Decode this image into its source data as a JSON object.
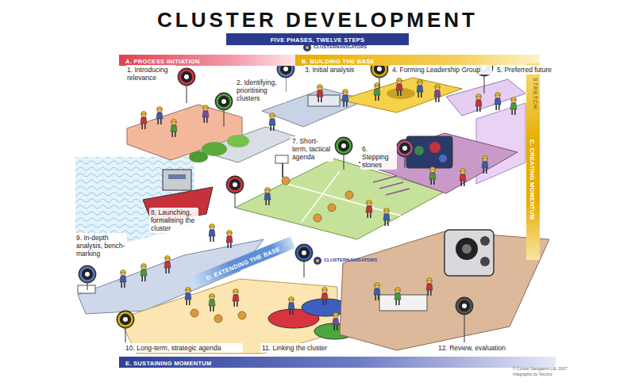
{
  "diagram": {
    "title": "CLUSTER DEVELOPMENT",
    "nodes": [
      {
        "text": [
          "FIVE PHASES, TWELVE STEPS"
        ]
      },
      {
        "text": [
          "A. PROCESS INITIATION"
        ]
      },
      {
        "text": [
          "B. BUILDING THE BASE"
        ]
      },
      {
        "text": [
          "C. CREATING MOMENTUM"
        ]
      },
      {
        "text": [
          "D. EXTENDING THE BASE"
        ]
      },
      {
        "text": [
          "E. SUSTAINING MOMENTUM"
        ]
      }
    ],
    "labels": [
      "1. Introducing relevance",
      "2. Identifying, prioritising clusters",
      "3. Initial analysis",
      "4. Forming Leadership Group",
      "5. Preferred future",
      "6. Stepping stones",
      "7. Short-term, tactical agenda",
      "8. Launching, formalising the cluster",
      "9. In-depth analysis, bench-marking",
      "10. Long-term, strategic agenda",
      "11. Linking the cluster",
      "12. Review, evaluation",
      "STRETCH",
      "CLUSTERNAVIGATORS",
      "CLUSTERNAVIGATORS",
      "© Cluster Navigators Ltd. 2007",
      "Infographic by Tecnics"
    ]
  }
}
